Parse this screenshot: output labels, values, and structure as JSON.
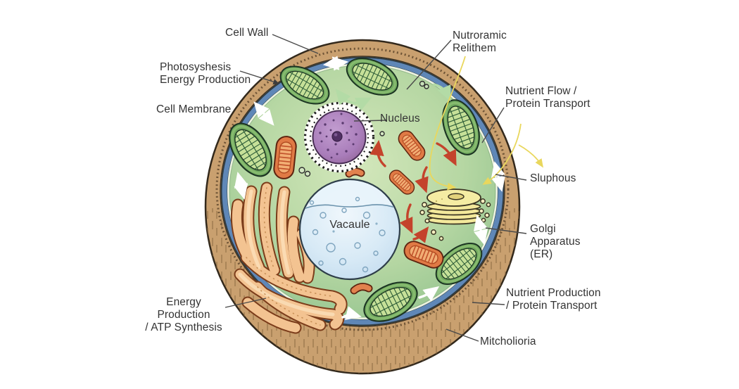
{
  "figure": {
    "type": "plant-cell-diagram",
    "labels": {
      "cell_wall": "Cell Wall",
      "photosynthesis": "Photosyshesis\nEnergy Production",
      "cell_membrane": "Cell Membrane",
      "nutroramic": "Nutroramic\nRelithem",
      "nucleus": "Nucleus",
      "nutrient_flow": "Nutrient Flow /\nProtein Transport",
      "sluphous": "Sluphous",
      "vacuole": "Vacaule",
      "golgi": "Golgi\nApparatus\n(ER)",
      "energy_production": "Energy Production\n/ ATP Synthesis",
      "nutrient_production": "Nutrient Production\n/ Protein Transport",
      "mitochondria": "Mitcholioria"
    },
    "colors": {
      "cell_wall_brown": "#c9a06f",
      "membrane_blue": "#5f87b7",
      "cytoplasm_green": "#a9cf97",
      "chloroplast_green": "#6fa85e",
      "nucleus_purple": "#a77bb8",
      "vacuole_blue": "#d5e8f5",
      "golgi_yellow": "#f3e89b",
      "er_peach": "#f3c391",
      "mitochondrion_orange": "#e07a45",
      "arrow_red": "#c4432c",
      "arrow_yellow": "#e9d75d",
      "label_text": "#333333"
    }
  }
}
